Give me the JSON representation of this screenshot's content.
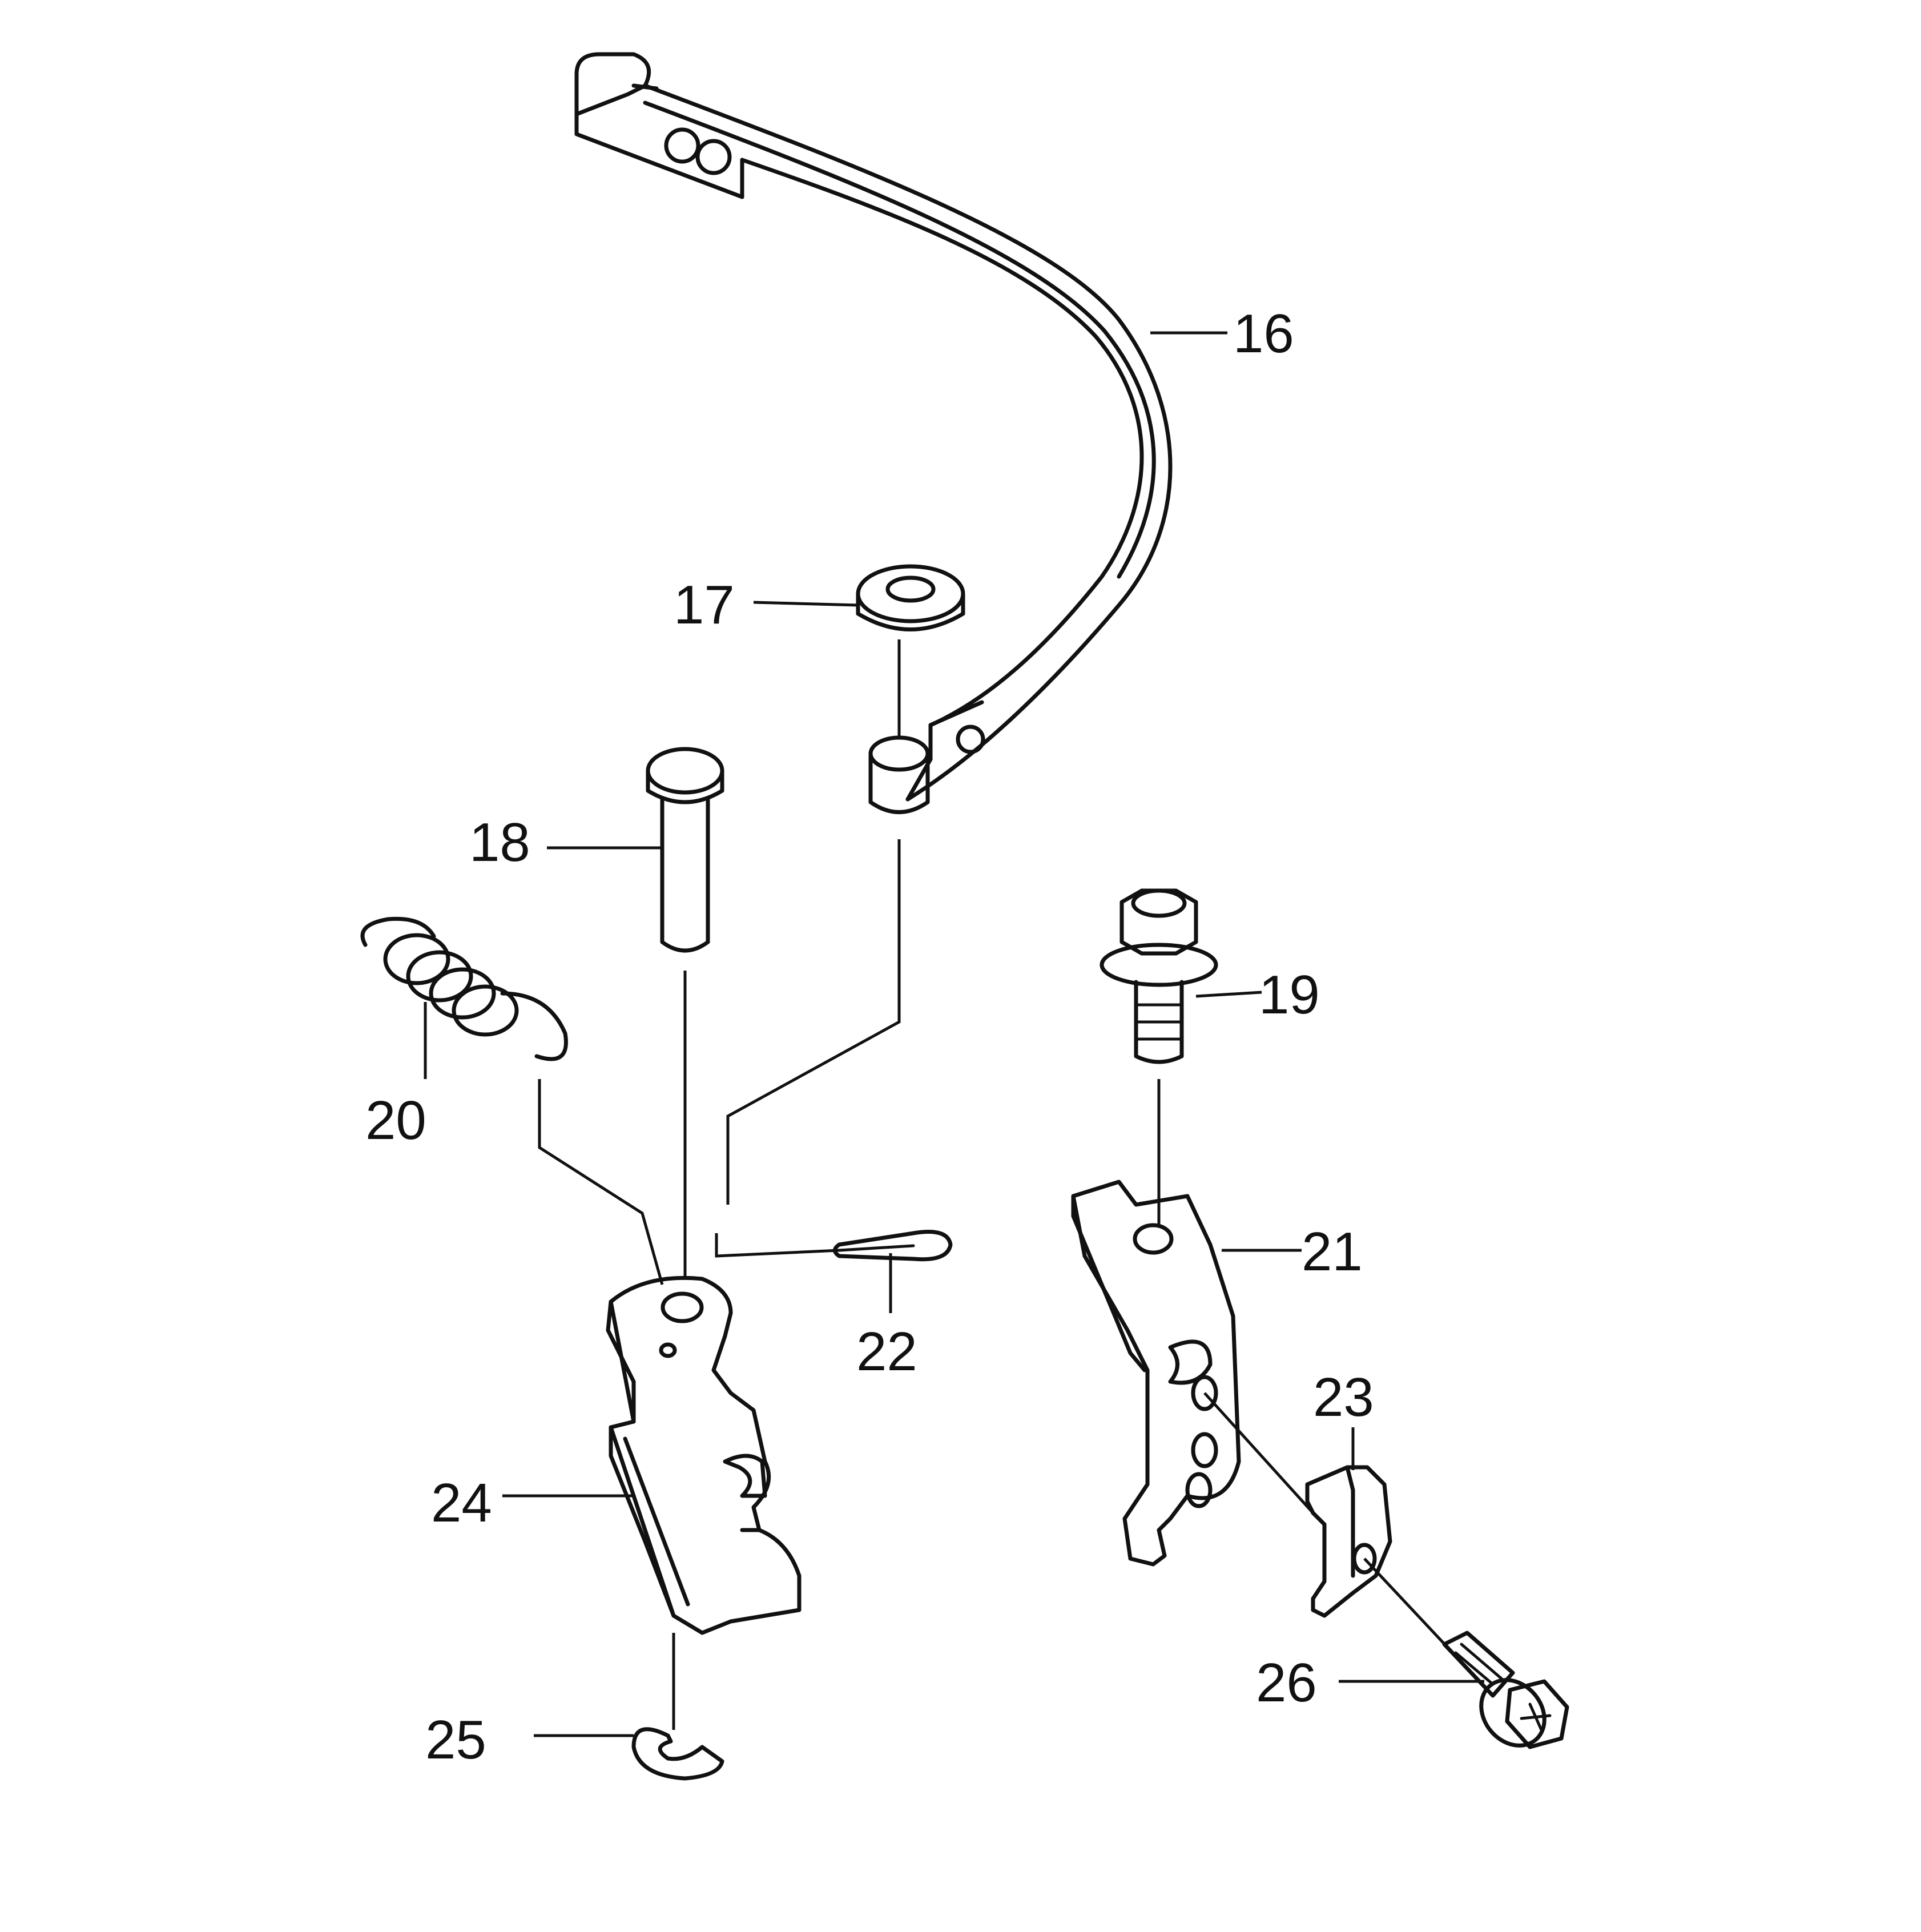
{
  "callouts": {
    "p16": "16",
    "p17": "17",
    "p18": "18",
    "p19": "19",
    "p20": "20",
    "p21": "21",
    "p22": "22",
    "p23": "23",
    "p24": "24",
    "p25": "25",
    "p26": "26"
  }
}
